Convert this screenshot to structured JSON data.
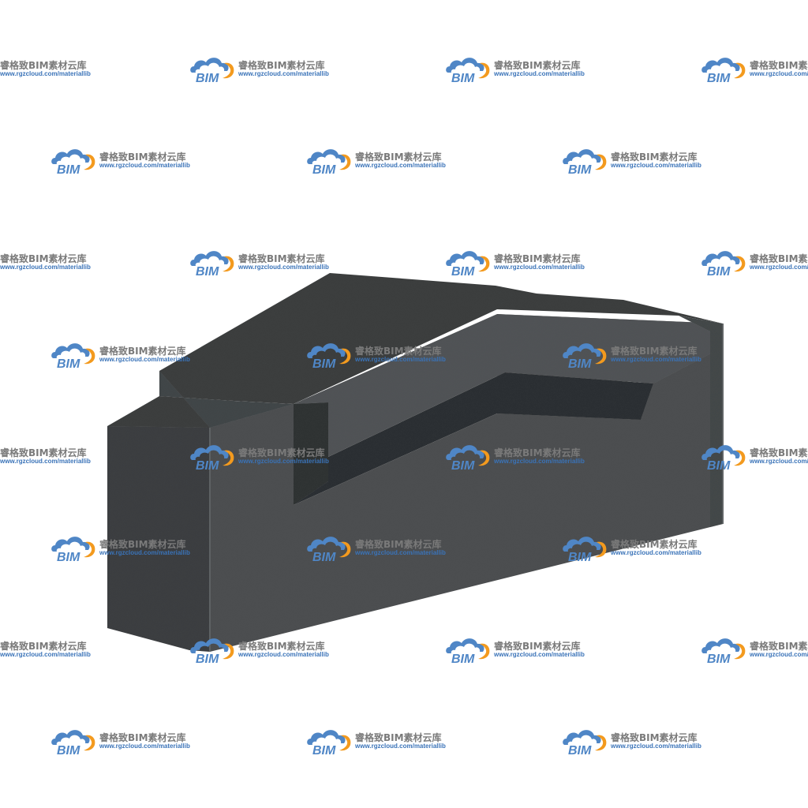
{
  "watermark": {
    "logo_text": "BIM",
    "title": "睿格致BIM素材云库",
    "url": "www.rgzcloud.com/materiallib",
    "colors": {
      "logo_blue": "#4f86c6",
      "logo_orange": "#f39a1e",
      "title_gray": "#7a7a7a",
      "url_blue": "#3a73b8"
    }
  },
  "render": {
    "subject": "grey-textured-stone-block",
    "colors": {
      "background": "#ffffff",
      "top_face": "#3a3d3e",
      "front_face": "#4b4e50",
      "side_face": "#3f4244",
      "recess_shadow": "#2c2f31",
      "highlight": "#5e6264"
    }
  }
}
